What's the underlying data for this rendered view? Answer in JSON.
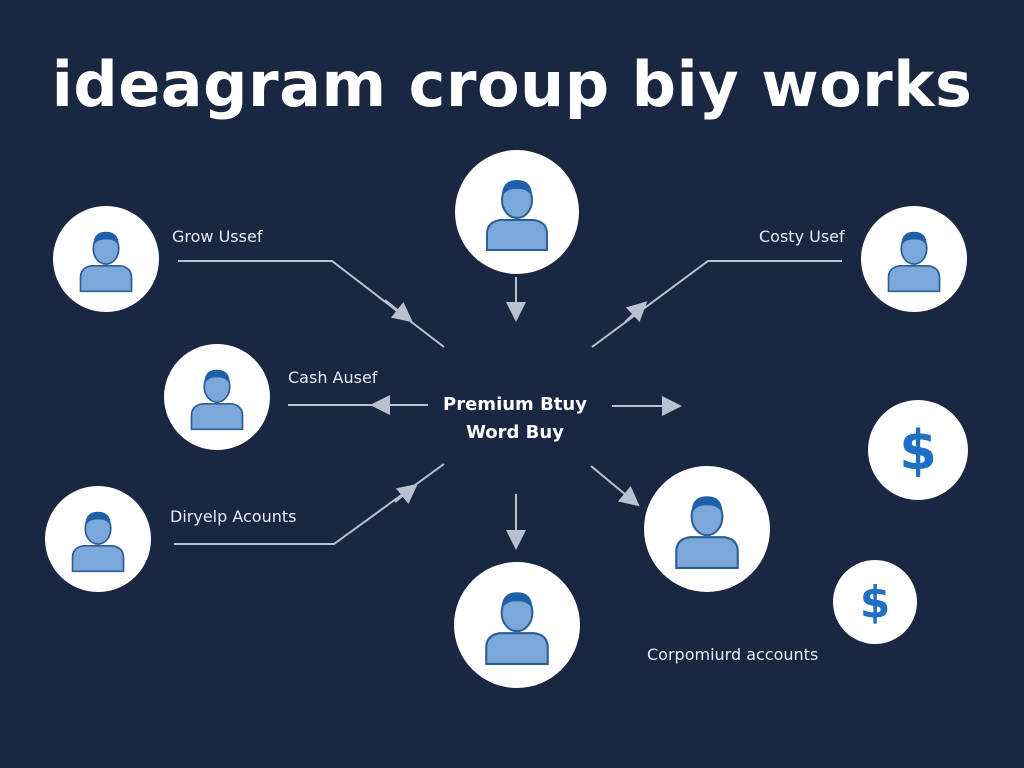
{
  "title": "ideagram croup biy works",
  "center": {
    "line1": "Premium Btuy",
    "line2": "Word Buy"
  },
  "labels": {
    "grow_user": "Grow Ussef",
    "costy_user": "Costy Usef",
    "cash_user": "Cash Ausef",
    "develop_accounts": "Diryelp Acounts",
    "corporate_accounts": "Corpomiurd accounts"
  },
  "icons": {
    "dollar_glyph": "$"
  },
  "colors": {
    "background": "#1a2742",
    "node_fill": "#ffffff",
    "person_body": "#7ba7d9",
    "person_hair": "#1f5fa8",
    "connector": "#b8c2cf",
    "dollar": "#1f6fc4"
  }
}
